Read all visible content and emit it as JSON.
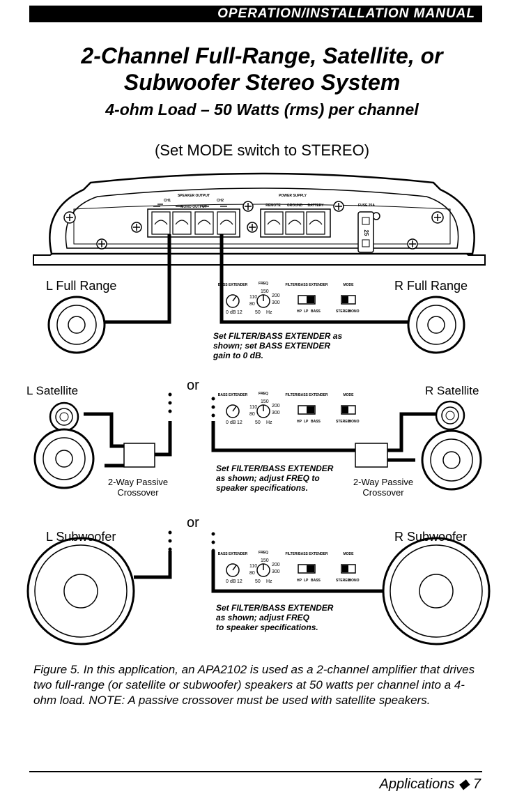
{
  "header": {
    "banner": "OPERATION/INSTALLATION MANUAL"
  },
  "title": {
    "line1": "2-Channel Full-Range, Satellite, or",
    "line2": "Subwoofer Stereo System"
  },
  "subtitle": "4-ohm Load – 50 Watts (rms) per channel",
  "mode_note": "(Set MODE switch to STEREO)",
  "amplifier": {
    "speaker_output": "SPEAKER OUTPUT",
    "mono_output": "MONO OUTPUT",
    "ch1": "CH1",
    "ch2": "CH2",
    "power_supply": "POWER SUPPLY",
    "remote": "REMOTE",
    "ground": "GROUND",
    "battery": "BATTERY",
    "fuse": "FUSE 25A",
    "fuse_value": "25"
  },
  "controls": {
    "bass_extender": "BASS EXTENDER",
    "freq": "FREQ",
    "filter_bass_extender": "FILTER/BASS EXTENDER",
    "mode": "MODE",
    "hp": "HP",
    "lp": "LP",
    "bass": "BASS",
    "stereo": "STEREO",
    "mono": "MONO",
    "hz": "Hz",
    "gain_0": "0",
    "gain_db": "dB",
    "gain_12": "12",
    "freq_50": "50",
    "freq_80": "80",
    "freq_110": "110",
    "freq_150": "150",
    "freq_200": "200",
    "freq_300": "300"
  },
  "sections": {
    "full_range": {
      "left_label": "L Full Range",
      "right_label": "R Full Range",
      "note_line1": "Set FILTER/BASS EXTENDER as",
      "note_line2": "shown; set BASS EXTENDER",
      "note_line3": "gain to 0 dB."
    },
    "or_1": "or",
    "satellite": {
      "left_label": "L Satellite",
      "right_label": "R Satellite",
      "crossover_left_line1": "2-Way Passive",
      "crossover_left_line2": "Crossover",
      "crossover_right_line1": "2-Way Passive",
      "crossover_right_line2": "Crossover",
      "note_line1": "Set FILTER/BASS EXTENDER",
      "note_line2": "as shown; adjust FREQ to",
      "note_line3": "speaker specifications."
    },
    "or_2": "or",
    "subwoofer": {
      "left_label": "L Subwoofer",
      "right_label": "R Subwoofer",
      "note_line1": "Set FILTER/BASS EXTENDER",
      "note_line2": "as shown; adjust FREQ",
      "note_line3": "to speaker specifications."
    }
  },
  "caption": "Figure 5. In this application, an APA2102 is used as a 2-channel amplifier that drives two full-range (or satellite or subwoofer) speakers at 50 watts per channel into a 4-ohm load. NOTE: A passive crossover must be used with satellite speakers.",
  "footer": {
    "section": "Applications",
    "bullet": "◆",
    "page": "7"
  }
}
